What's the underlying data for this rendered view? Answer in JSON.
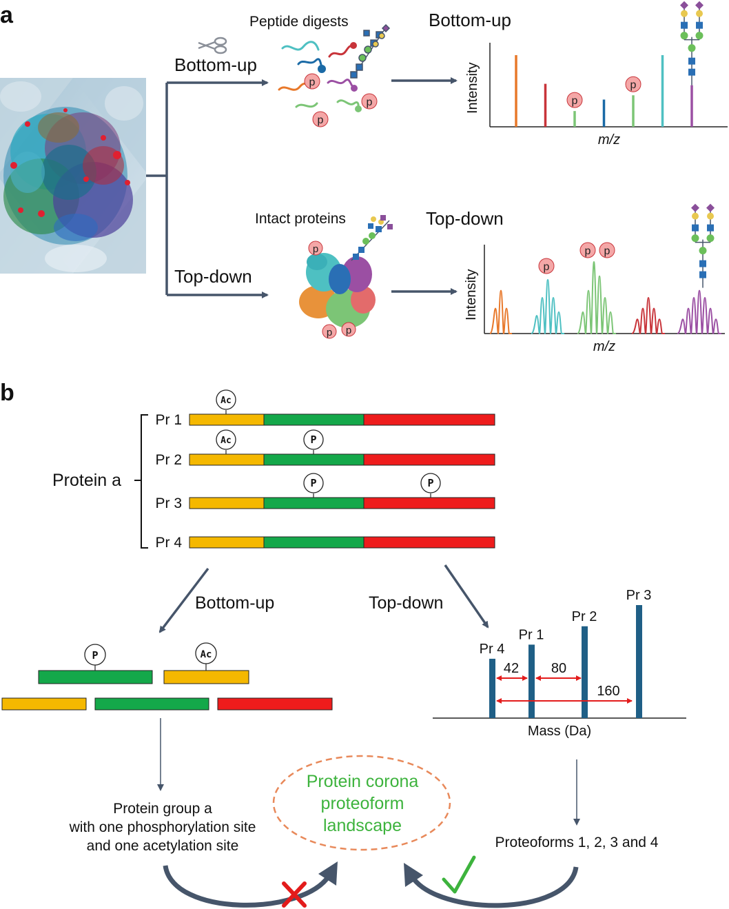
{
  "panel_a": {
    "letter": "a",
    "scissors_icon": "scissors-icon",
    "bottom_up_label": "Bottom-up",
    "top_down_label": "Top-down",
    "peptide_caption": "Peptide digests",
    "intact_caption": "Intact proteins",
    "bottom_up_title": "Bottom-up",
    "top_down_title": "Top-down",
    "phospho_label": "p",
    "intensity_label": "Intensity",
    "mz_label": "m/z",
    "bottom_up_peaks": [
      {
        "color": "#e8782a",
        "height": 1.0
      },
      {
        "color": "#c8343a",
        "height": 0.6
      },
      {
        "color": "#7cc576",
        "height": 0.22,
        "phospho": true
      },
      {
        "color": "#1a6aa6",
        "height": 0.38
      },
      {
        "color": "#7cc576",
        "height": 0.44,
        "phospho": true
      },
      {
        "color": "#4ec0c2",
        "height": 1.0
      },
      {
        "color": "#9b4fa3",
        "height": 0.58,
        "glycan": true
      }
    ],
    "top_down_clusters": [
      {
        "color": "#e8782a",
        "heights": [
          0.35,
          0.6,
          0.35
        ]
      },
      {
        "color": "#4ec0c2",
        "heights": [
          0.25,
          0.5,
          0.75,
          0.5,
          0.3
        ],
        "phospho": 1
      },
      {
        "color": "#7cc576",
        "heights": [
          0.3,
          0.6,
          1.0,
          0.8,
          0.5,
          0.3
        ],
        "phospho": 2
      },
      {
        "color": "#c8343a",
        "heights": [
          0.2,
          0.35,
          0.5,
          0.35,
          0.2
        ]
      },
      {
        "color": "#9b4fa3",
        "heights": [
          0.2,
          0.35,
          0.5,
          0.6,
          0.5,
          0.35,
          0.2
        ],
        "glycan": true
      }
    ]
  },
  "panel_b": {
    "letter": "b",
    "protein_label": "Protein a",
    "proteoforms": [
      {
        "label": "Pr 1",
        "mods": [
          {
            "label": "Ac",
            "segment": 0
          }
        ]
      },
      {
        "label": "Pr 2",
        "mods": [
          {
            "label": "Ac",
            "segment": 0
          },
          {
            "label": "P",
            "segment": 1
          }
        ]
      },
      {
        "label": "Pr 3",
        "mods": [
          {
            "label": "P",
            "segment": 1
          },
          {
            "label": "P",
            "segment": 2
          }
        ]
      },
      {
        "label": "Pr 4",
        "mods": []
      }
    ],
    "segment_colors": [
      "#f5b800",
      "#14a84a",
      "#ee1c1c"
    ],
    "bottom_up_label": "Bottom-up",
    "top_down_label": "Top-down",
    "mod_p": "P",
    "mod_ac": "Ac",
    "spectrum": {
      "xlabel": "Mass (Da)",
      "peaks": [
        {
          "label": "Pr 4",
          "height": 0.42
        },
        {
          "label": "Pr 1",
          "height": 0.52
        },
        {
          "label": "Pr 2",
          "height": 0.65
        },
        {
          "label": "Pr 3",
          "height": 0.8
        }
      ],
      "deltas": [
        "42",
        "80",
        "160"
      ]
    },
    "bottom_up_result": [
      "Protein group a",
      "with one phosphorylation site",
      "and one acetylation site"
    ],
    "center_label": [
      "Protein corona",
      "proteoform",
      "landscape"
    ],
    "top_down_result": "Proteoforms 1, 2, 3 and 4",
    "cross_icon": "cross-icon",
    "check_icon": "check-icon"
  }
}
